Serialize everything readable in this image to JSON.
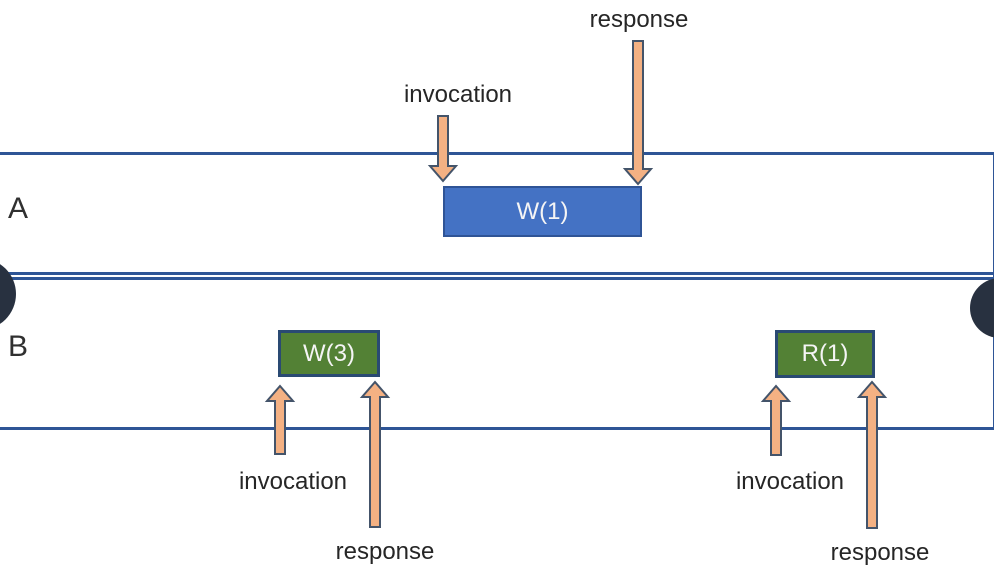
{
  "colors": {
    "band_border": "#2E5596",
    "blue_box_fill": "#4472C4",
    "blue_box_border": "#2F5496",
    "green_box_fill": "#538135",
    "green_box_border": "#2A4A73",
    "arrow_fill": "#F4B183",
    "arrow_border": "#44546A",
    "dark_circle": "#283140",
    "label_text": "#262626",
    "box_text": "#F5F5F5",
    "background": "#FFFFFF"
  },
  "lanes": [
    {
      "label": "A"
    },
    {
      "label": "B"
    }
  ],
  "operations": [
    {
      "label": "W(1)",
      "lane": "A"
    },
    {
      "label": "W(3)",
      "lane": "B"
    },
    {
      "label": "R(1)",
      "lane": "B"
    }
  ],
  "annotations": {
    "w1_invocation": "invocation",
    "w1_response": "response",
    "w3_invocation": "invocation",
    "w3_response": "response",
    "r1_invocation": "invocation",
    "r1_response": "response"
  }
}
